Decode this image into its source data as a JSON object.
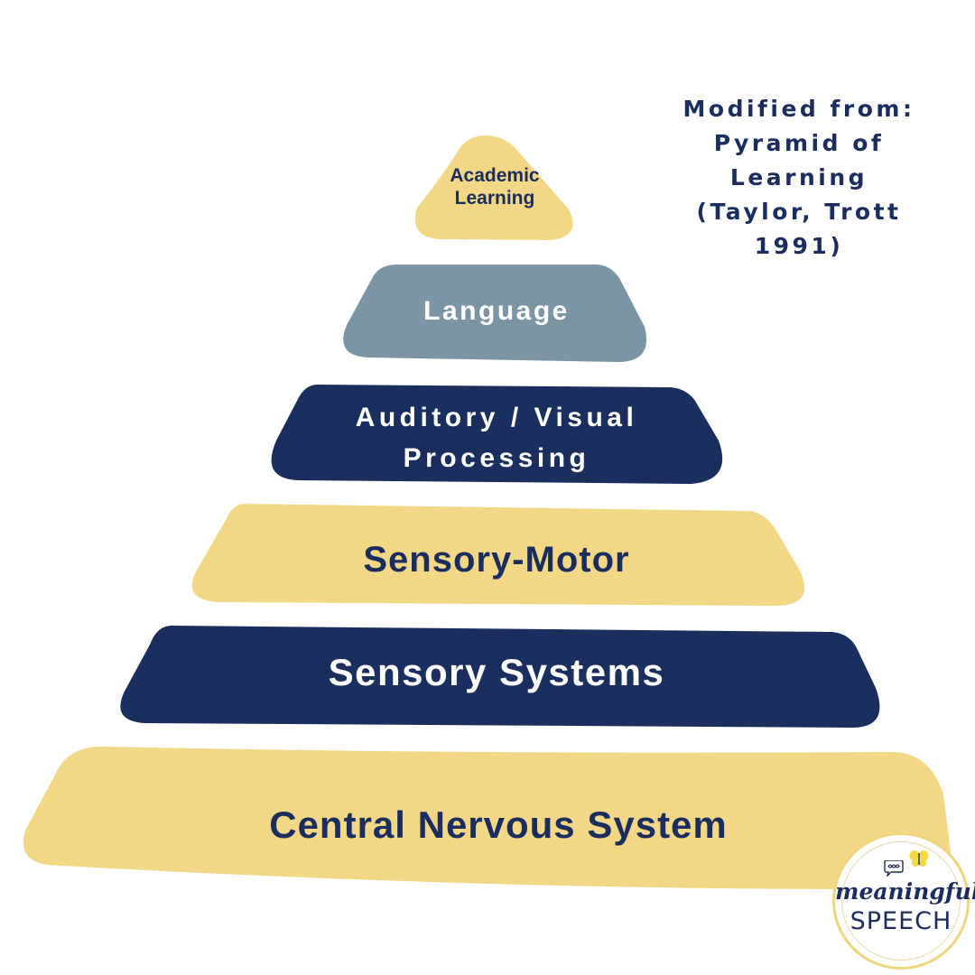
{
  "attribution": {
    "lines": [
      "Modified from:",
      "Pyramid of",
      "Learning",
      "(Taylor, Trott",
      "1991)"
    ]
  },
  "pyramid": {
    "tiers": [
      {
        "lines": [
          "Academic",
          "Learning"
        ],
        "fill": "#f2d886",
        "text_color": "#1b2d5e"
      },
      {
        "lines": [
          "Language"
        ],
        "fill": "#7b95a5",
        "text_color": "#ffffff"
      },
      {
        "lines": [
          "Auditory / Visual",
          "Processing"
        ],
        "fill": "#1b2f5e",
        "text_color": "#ffffff"
      },
      {
        "lines": [
          "Sensory-Motor"
        ],
        "fill": "#f2d886",
        "text_color": "#1b2d5e"
      },
      {
        "lines": [
          "Sensory Systems"
        ],
        "fill": "#1b2f5e",
        "text_color": "#ffffff"
      },
      {
        "lines": [
          "Central Nervous System"
        ],
        "fill": "#f2d886",
        "text_color": "#1b2d5e"
      }
    ]
  },
  "logo": {
    "word_top": "meaningful",
    "word_bottom": "SPEECH",
    "icons": [
      "butterfly-icon",
      "infinity-speech-bubble-icon"
    ],
    "accent": "#f0d57e"
  }
}
